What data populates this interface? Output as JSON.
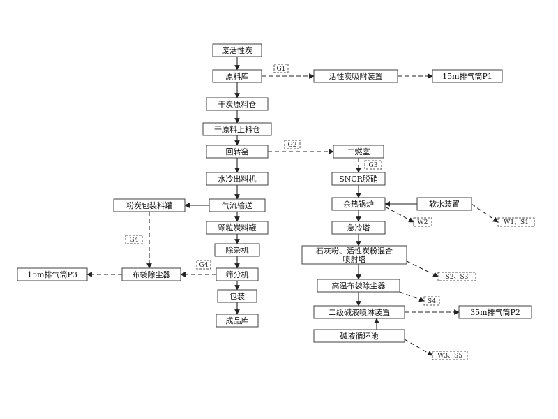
{
  "nodes": [
    {
      "id": "n1",
      "label": "废活性炭"
    },
    {
      "id": "n2",
      "label": "原料库"
    },
    {
      "id": "n3",
      "label": "活性炭吸附装置"
    },
    {
      "id": "n4",
      "label": "15m排气筒P1"
    },
    {
      "id": "n5",
      "label": "干炭原料仓"
    },
    {
      "id": "n6",
      "label": "干原料上料仓"
    },
    {
      "id": "n7",
      "label": "回转窑"
    },
    {
      "id": "n8",
      "label": "二燃室"
    },
    {
      "id": "n9",
      "label": "水冷出料机"
    },
    {
      "id": "n10",
      "label": "SNCR脱硝"
    },
    {
      "id": "n11",
      "label": "粉炭包装料罐"
    },
    {
      "id": "n12",
      "label": "气流输送"
    },
    {
      "id": "n13",
      "label": "余热锅炉"
    },
    {
      "id": "n14",
      "label": "软水装置"
    },
    {
      "id": "n15",
      "label": "颗粒炭料罐"
    },
    {
      "id": "n16",
      "label": "急冷塔"
    },
    {
      "id": "n17",
      "label": "除杂机"
    },
    {
      "id": "n18",
      "label": "石灰粉、活性炭粉混合"
    },
    {
      "id": "n18b",
      "label": "喷射塔"
    },
    {
      "id": "n19",
      "label": "15m排气筒P3"
    },
    {
      "id": "n20",
      "label": "布袋除尘器"
    },
    {
      "id": "n21",
      "label": "筛分机"
    },
    {
      "id": "n22",
      "label": "高温布袋除尘器"
    },
    {
      "id": "n23",
      "label": "包装"
    },
    {
      "id": "n24",
      "label": "二级碱液喷淋装置"
    },
    {
      "id": "n25",
      "label": "35m排气筒P2"
    },
    {
      "id": "n26",
      "label": "成品库"
    },
    {
      "id": "n27",
      "label": "碱液循环池"
    }
  ],
  "tags": [
    {
      "id": "t1",
      "label": "G1"
    },
    {
      "id": "t2",
      "label": "G2"
    },
    {
      "id": "t3",
      "label": "G3"
    },
    {
      "id": "t4",
      "label": "G4"
    },
    {
      "id": "t5",
      "label": "G4"
    },
    {
      "id": "t6",
      "label": "W2"
    },
    {
      "id": "t7",
      "label": "W1、S1"
    },
    {
      "id": "t8",
      "label": "S2、S3"
    },
    {
      "id": "t9",
      "label": "S4"
    },
    {
      "id": "t10",
      "label": "W3、S5"
    }
  ]
}
